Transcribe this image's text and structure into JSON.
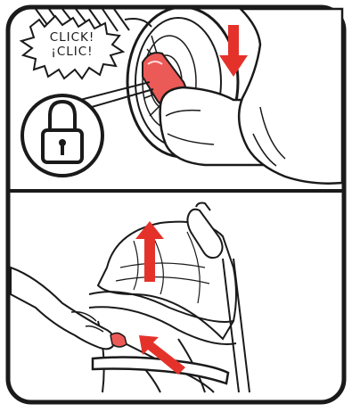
{
  "callout": {
    "line1": "CLICK!",
    "line2": "¡CLIC!"
  },
  "panels": [
    {
      "name": "step-lock-wheel",
      "arrow_direction": "down",
      "icon": "lock-icon"
    },
    {
      "name": "step-lift-canopy",
      "arrow_direction": "up",
      "icon": "none"
    }
  ],
  "colors": {
    "ink": "#1a1a1a",
    "arrow": "#e4322b",
    "pedal": "#ec5a57",
    "background": "#ffffff"
  }
}
